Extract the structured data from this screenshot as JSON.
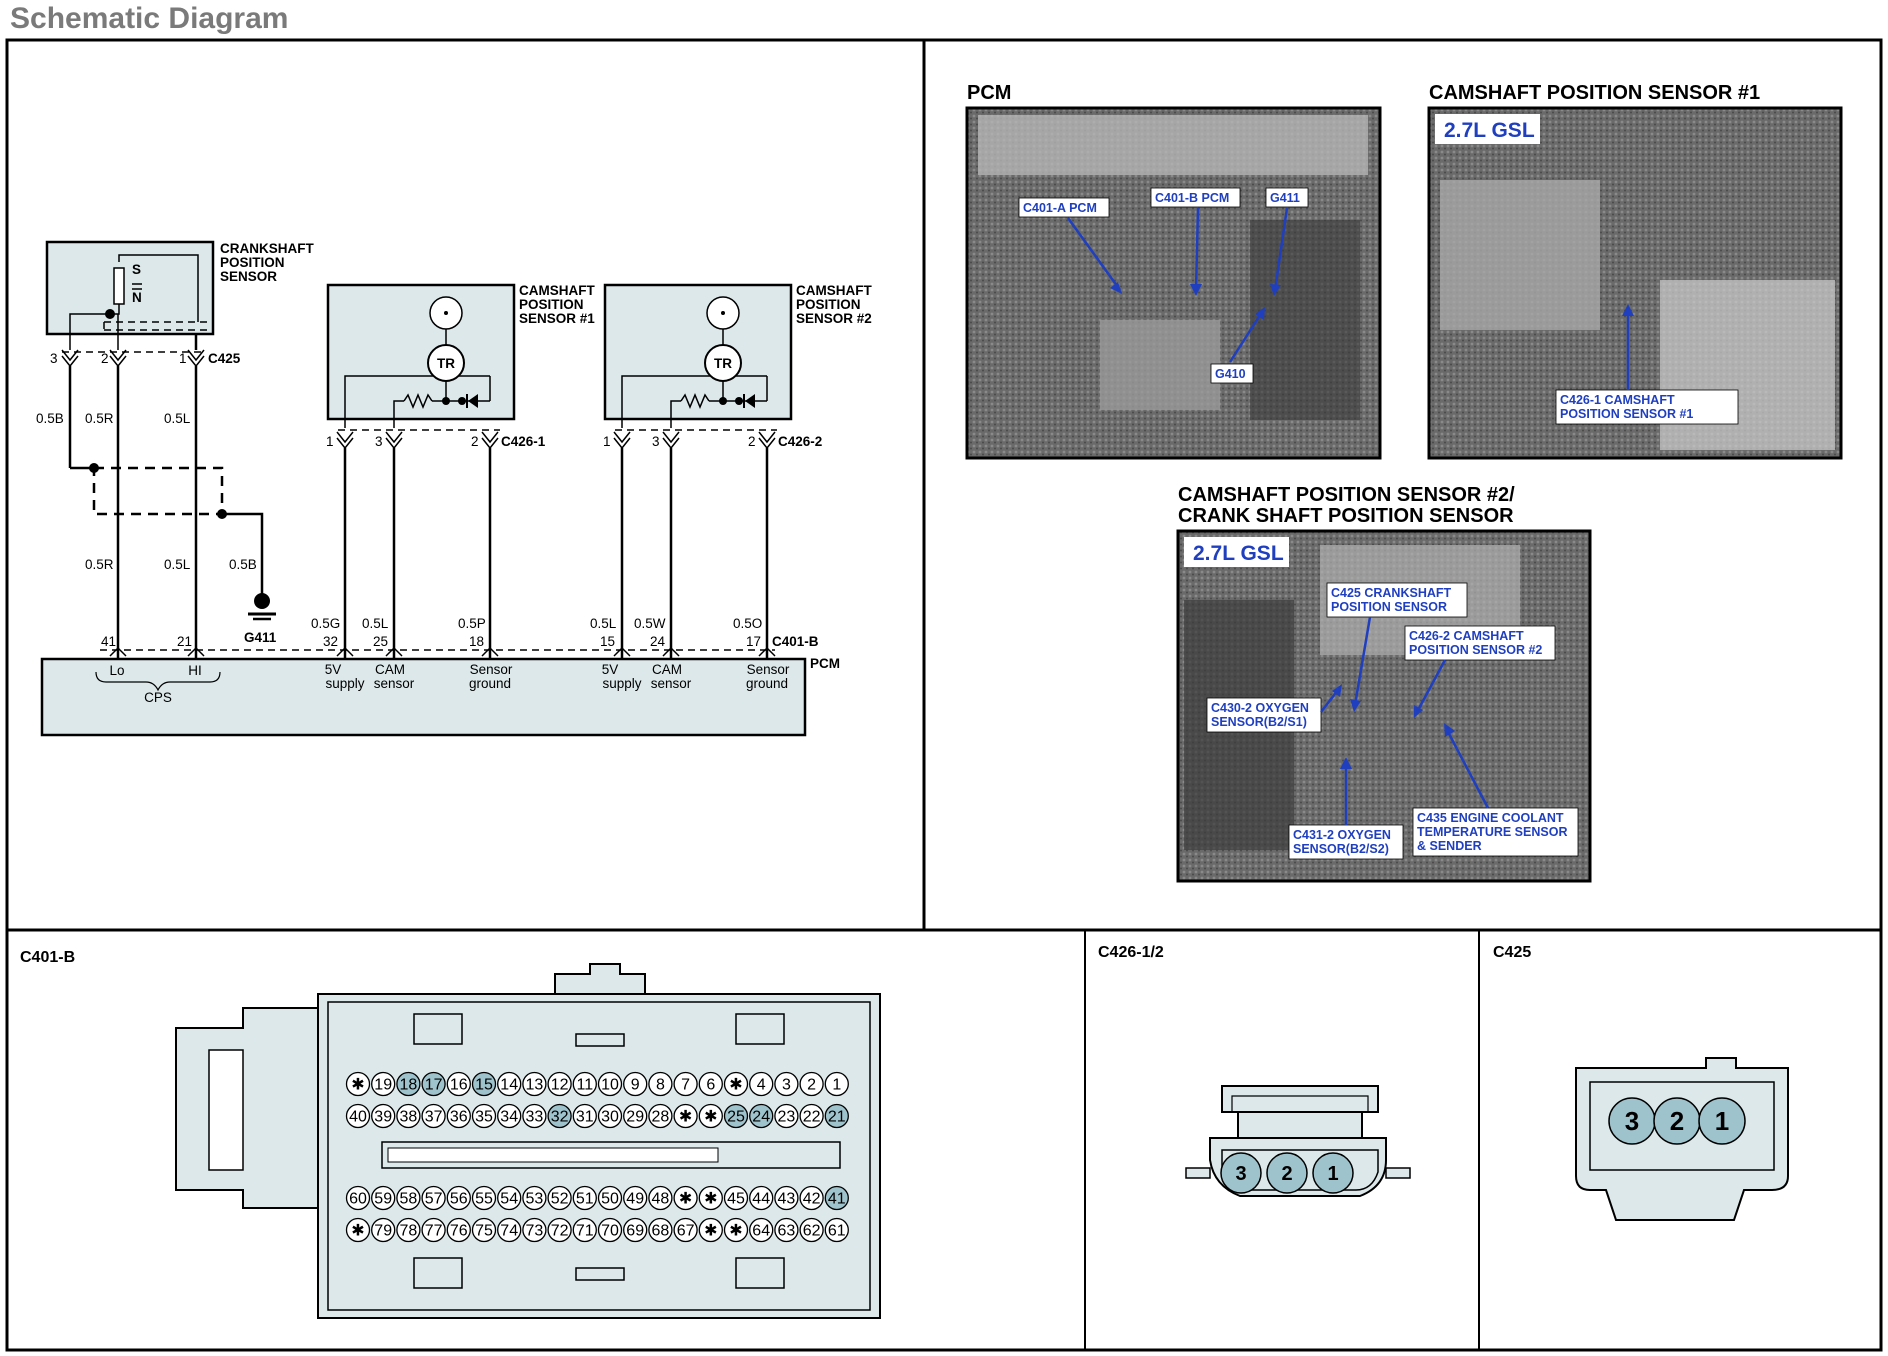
{
  "page_title": "Schematic Diagram",
  "schematic": {
    "crankshaft_sensor": {
      "label_lines": [
        "CRANKSHAFT",
        "POSITION",
        "SENSOR"
      ],
      "pins": [
        "3",
        "2",
        "1"
      ],
      "connector": "C425",
      "letters": [
        "S",
        "N"
      ]
    },
    "camshaft_sensor_1": {
      "label_lines": [
        "CAMSHAFT",
        "POSITION",
        "SENSOR #1"
      ],
      "pins": [
        "1",
        "3",
        "2"
      ],
      "connector": "C426-1",
      "tr": "TR"
    },
    "camshaft_sensor_2": {
      "label_lines": [
        "CAMSHAFT",
        "POSITION",
        "SENSOR #2"
      ],
      "pins": [
        "1",
        "3",
        "2"
      ],
      "connector": "C426-2",
      "tr": "TR"
    },
    "wires_upper": [
      "0.5B",
      "0.5R",
      "0.5L"
    ],
    "wires_lower": [
      "0.5R",
      "0.5L",
      "0.5B"
    ],
    "ground": "G411",
    "cps_pins": [
      "41",
      "21"
    ],
    "cps_terms": [
      "Lo",
      "HI"
    ],
    "cps_label": "CPS",
    "cmp1_wires": [
      "0.5G",
      "0.5L",
      "0.5P"
    ],
    "cmp1_pins": [
      "32",
      "25",
      "18"
    ],
    "cmp2_wires": [
      "0.5L",
      "0.5W",
      "0.5O"
    ],
    "cmp2_pins": [
      "15",
      "24",
      "17"
    ],
    "pcm_connector": "C401-B",
    "pcm_label": "PCM",
    "terms": [
      [
        "5V",
        "supply"
      ],
      [
        "CAM",
        "sensor"
      ],
      [
        "Sensor",
        "ground"
      ]
    ]
  },
  "photos": {
    "pcm": {
      "title": "PCM",
      "labels": [
        "C401-A PCM",
        "C401-B PCM",
        "G411",
        "G410"
      ]
    },
    "cmp1": {
      "title": "CAMSHAFT POSITION SENSOR #1",
      "badge": "2.7L GSL",
      "labels": [
        [
          "C426-1 CAMSHAFT",
          "POSITION SENSOR #1"
        ]
      ]
    },
    "cmp2": {
      "title_lines": [
        "CAMSHAFT POSITION SENSOR #2/",
        "CRANK SHAFT POSITION SENSOR"
      ],
      "badge": "2.7L GSL",
      "labels": [
        [
          "C425 CRANKSHAFT",
          "POSITION SENSOR"
        ],
        [
          "C426-2 CAMSHAFT",
          "POSITION SENSOR #2"
        ],
        [
          "C430-2 OXYGEN",
          "SENSOR(B2/S1)"
        ],
        [
          "C431-2 OXYGEN",
          "SENSOR(B2/S2)"
        ],
        [
          "C435 ENGINE COOLANT",
          "TEMPERATURE SENSOR",
          "& SENDER"
        ]
      ]
    }
  },
  "connectors": {
    "c401b": {
      "title": "C401-B",
      "rows": [
        [
          "✱",
          "19",
          "18",
          "17",
          "16",
          "15",
          "14",
          "13",
          "12",
          "11",
          "10",
          "9",
          "8",
          "7",
          "6",
          "✱",
          "4",
          "3",
          "2",
          "1"
        ],
        [
          "40",
          "39",
          "38",
          "37",
          "36",
          "35",
          "34",
          "33",
          "32",
          "31",
          "30",
          "29",
          "28",
          "✱",
          "✱",
          "25",
          "24",
          "23",
          "22",
          "21"
        ],
        [
          "60",
          "59",
          "58",
          "57",
          "56",
          "55",
          "54",
          "53",
          "52",
          "51",
          "50",
          "49",
          "48",
          "✱",
          "✱",
          "45",
          "44",
          "43",
          "42",
          "41"
        ],
        [
          "✱",
          "79",
          "78",
          "77",
          "76",
          "75",
          "74",
          "73",
          "72",
          "71",
          "70",
          "69",
          "68",
          "67",
          "✱",
          "✱",
          "64",
          "63",
          "62",
          "61"
        ]
      ],
      "highlighted": [
        "18",
        "17",
        "15",
        "32",
        "25",
        "24",
        "21",
        "41"
      ]
    },
    "c426": {
      "title": "C426-1/2",
      "pins": [
        "3",
        "2",
        "1"
      ]
    },
    "c425": {
      "title": "C425",
      "pins": [
        "3",
        "2",
        "1"
      ]
    }
  }
}
